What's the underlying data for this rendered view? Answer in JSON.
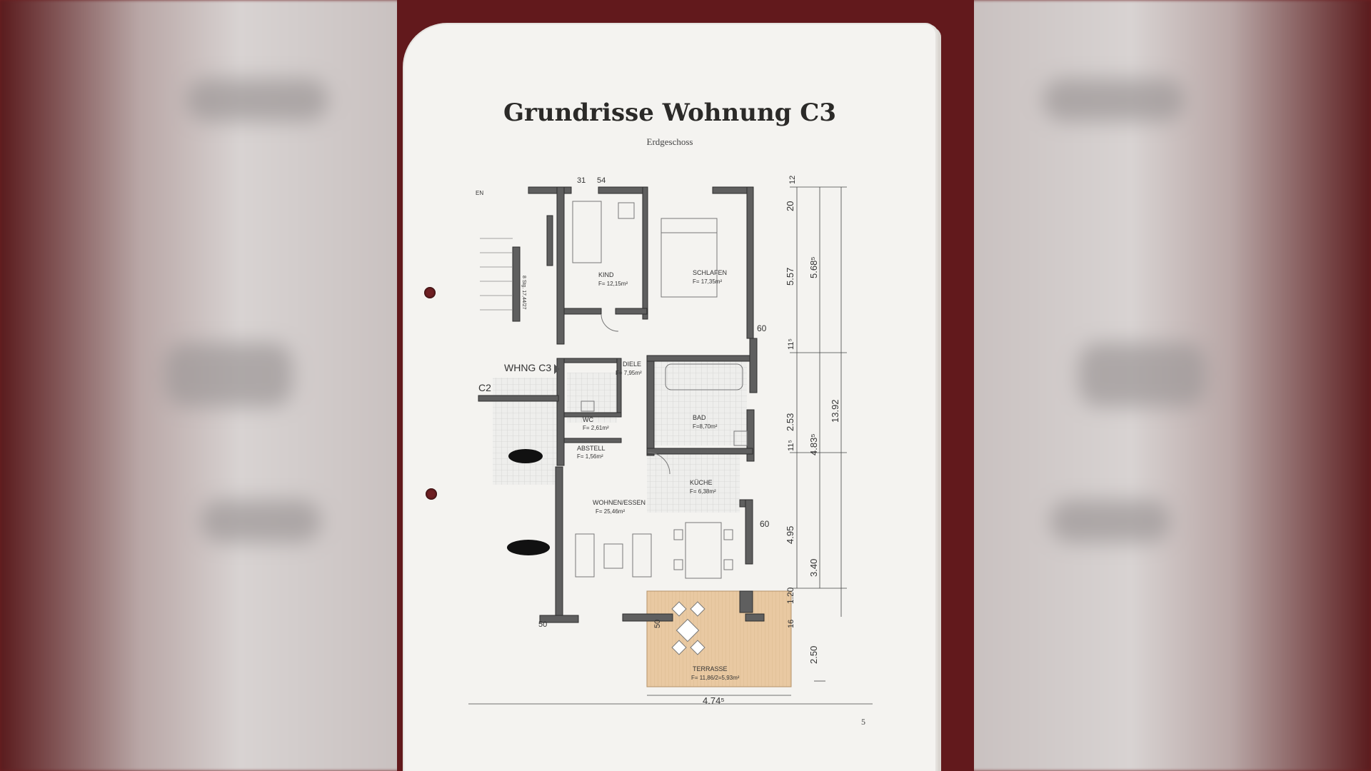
{
  "document": {
    "title": "Grundrisse Wohnung C3",
    "subtitle": "Erdgeschoss",
    "page_number": "5"
  },
  "plan": {
    "unit_label": "WHNG C3",
    "neighbor_label": "C2",
    "edge_label": "EN",
    "stair_label": "8 Stg. 17,44/27",
    "rooms": [
      {
        "name": "KIND",
        "area": "F= 12,15m²"
      },
      {
        "name": "SCHLAFEN",
        "area": "F= 17,35m²"
      },
      {
        "name": "DIELE",
        "area": "F= 7,95m²"
      },
      {
        "name": "WC",
        "area": "F= 2,61m²"
      },
      {
        "name": "BAD",
        "area": "F=8,70m²"
      },
      {
        "name": "ABSTELL",
        "area": "F= 1,56m²"
      },
      {
        "name": "KÜCHE",
        "area": "F= 6,38m²"
      },
      {
        "name": "WOHNEN/ESSEN",
        "area": "F= 25,46m²"
      },
      {
        "name": "TERRASSE",
        "area": "F= 11,86/2=5,93m²"
      }
    ],
    "dimensions": {
      "top_small_1": "31",
      "top_small_2": "54",
      "right_20": "20",
      "right_12": "12",
      "right_557": "5.57",
      "right_5685": "5.68⁵",
      "right_60_top": "60",
      "right_115_top": "11⁵",
      "right_253": "2.53",
      "right_115_mid": "11⁵",
      "right_4835": "4.83⁵",
      "right_1392": "13.92",
      "right_60_mid": "60",
      "right_495": "4.95",
      "right_340": "3.40",
      "right_120": "1.20",
      "right_16": "16",
      "right_250": "2.50",
      "bottom_50_left": "50",
      "bottom_50_mid": "50",
      "bottom_4745": "4.74⁵"
    }
  },
  "colors": {
    "background": "#6e1f22",
    "paper": "#f4f3f0",
    "wall": "#5f5f5f",
    "terrace": "#e9c9a2"
  }
}
